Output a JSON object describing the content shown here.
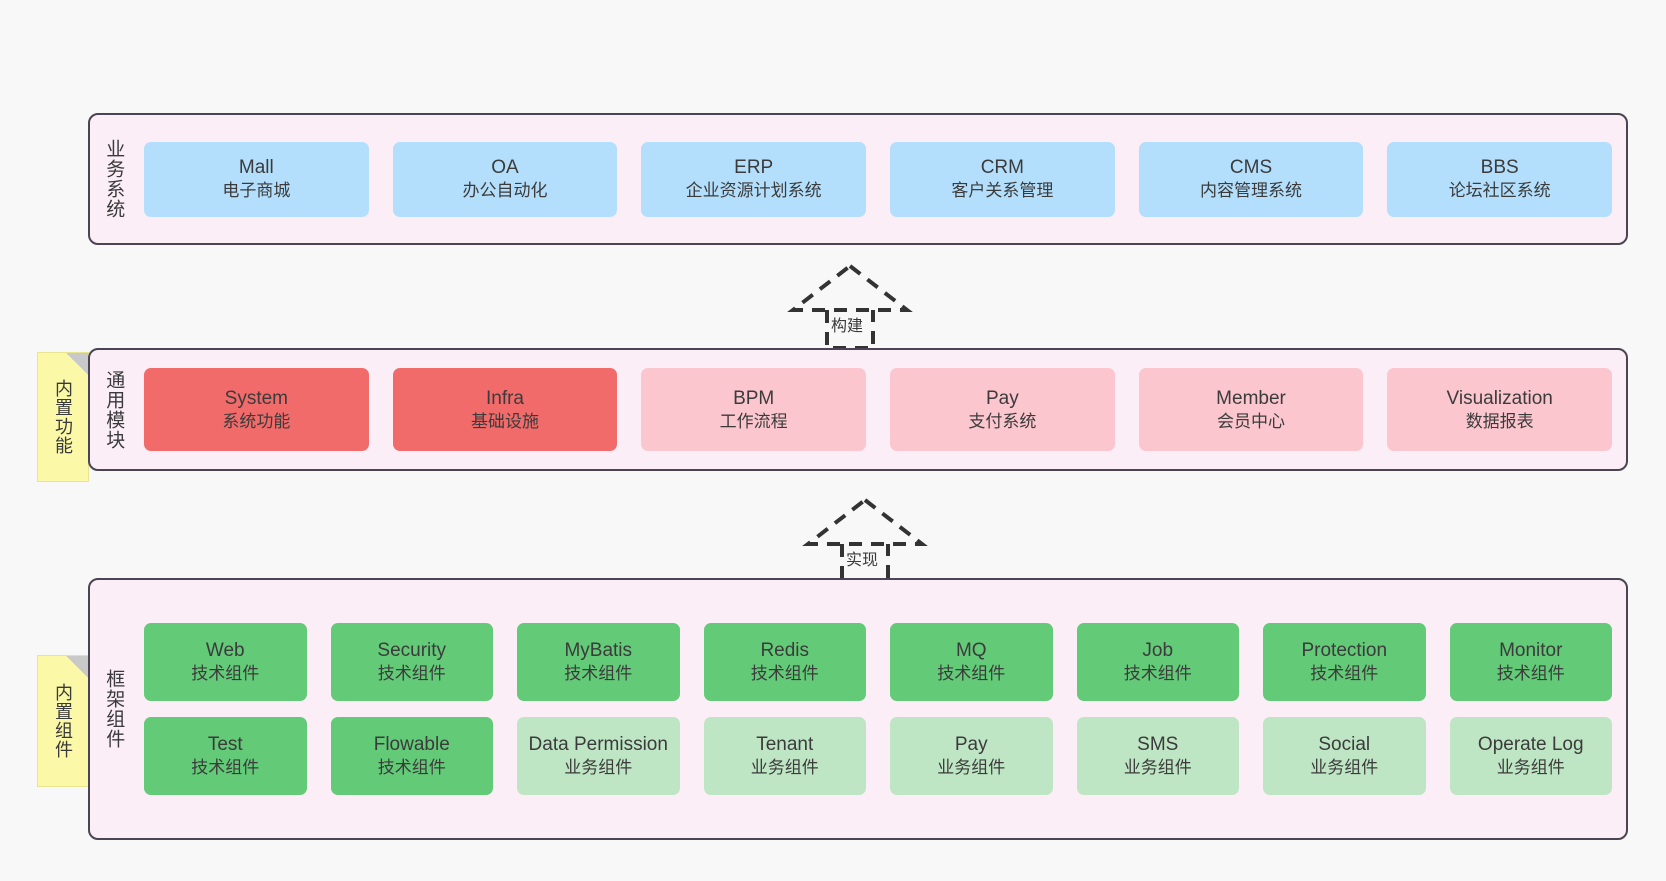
{
  "diagram": {
    "background_color": "#f8f8f8",
    "layers": [
      {
        "key": "business",
        "title": "业务系统",
        "note": null,
        "rows": [
          {
            "style": "blue",
            "cards": [
              {
                "en": "Mall",
                "cn": "电子商城"
              },
              {
                "en": "OA",
                "cn": "办公自动化"
              },
              {
                "en": "ERP",
                "cn": "企业资源计划系统"
              },
              {
                "en": "CRM",
                "cn": "客户关系管理"
              },
              {
                "en": "CMS",
                "cn": "内容管理系统"
              },
              {
                "en": "BBS",
                "cn": "论坛社区系统"
              }
            ]
          }
        ]
      },
      {
        "key": "common",
        "title": "通用模块",
        "note": "内置功能",
        "rows": [
          {
            "style": "mixed",
            "cards": [
              {
                "en": "System",
                "cn": "系统功能",
                "style": "red"
              },
              {
                "en": "Infra",
                "cn": "基础设施",
                "style": "red"
              },
              {
                "en": "BPM",
                "cn": "工作流程",
                "style": "pink"
              },
              {
                "en": "Pay",
                "cn": "支付系统",
                "style": "pink"
              },
              {
                "en": "Member",
                "cn": "会员中心",
                "style": "pink"
              },
              {
                "en": "Visualization",
                "cn": "数据报表",
                "style": "pink"
              }
            ]
          }
        ]
      },
      {
        "key": "framework",
        "title": "框架组件",
        "note": "内置组件",
        "rows": [
          {
            "style": "green",
            "cards": [
              {
                "en": "Web",
                "cn": "技术组件"
              },
              {
                "en": "Security",
                "cn": "技术组件"
              },
              {
                "en": "MyBatis",
                "cn": "技术组件"
              },
              {
                "en": "Redis",
                "cn": "技术组件"
              },
              {
                "en": "MQ",
                "cn": "技术组件"
              },
              {
                "en": "Job",
                "cn": "技术组件"
              },
              {
                "en": "Protection",
                "cn": "技术组件"
              },
              {
                "en": "Monitor",
                "cn": "技术组件"
              }
            ]
          },
          {
            "style": "mixed",
            "cards": [
              {
                "en": "Test",
                "cn": "技术组件",
                "style": "green"
              },
              {
                "en": "Flowable",
                "cn": "技术组件",
                "style": "green"
              },
              {
                "en": "Data Permission",
                "cn": "业务组件",
                "style": "lightgreen"
              },
              {
                "en": "Tenant",
                "cn": "业务组件",
                "style": "lightgreen"
              },
              {
                "en": "Pay",
                "cn": "业务组件",
                "style": "lightgreen"
              },
              {
                "en": "SMS",
                "cn": "业务组件",
                "style": "lightgreen"
              },
              {
                "en": "Social",
                "cn": "业务组件",
                "style": "lightgreen"
              },
              {
                "en": "Operate Log",
                "cn": "业务组件",
                "style": "lightgreen"
              }
            ]
          }
        ]
      }
    ],
    "connectors": [
      {
        "key": "build",
        "label": "构建",
        "from": "common",
        "to": "business"
      },
      {
        "key": "implement",
        "label": "实现",
        "from": "framework",
        "to": "common"
      }
    ],
    "colors": {
      "layer_bg": "#fbeef6",
      "layer_border": "#4a4453",
      "blue": "#b3dffc",
      "red": "#f26b6b",
      "pink": "#fcc6cf",
      "green": "#63ca78",
      "lightgreen": "#bfe6c4",
      "note_bg": "#fbf8a8",
      "note_fold": "#c9c9c9",
      "connector": "#333333"
    }
  }
}
